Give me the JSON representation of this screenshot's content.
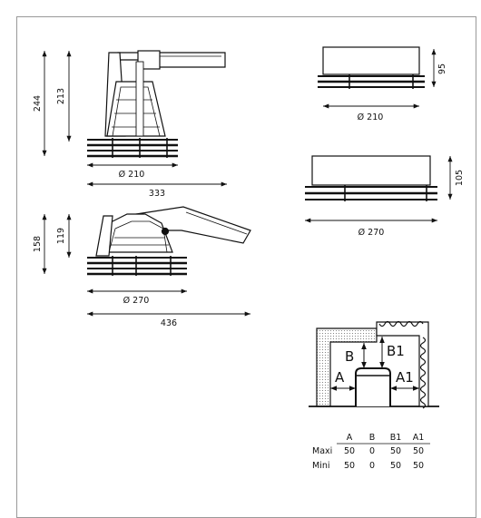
{
  "product_a": {
    "height_total": "244",
    "height_body": "213",
    "diameter": "Ø 210",
    "length": "333"
  },
  "product_b": {
    "height_total": "158",
    "height_body": "119",
    "diameter": "Ø 270",
    "length": "436"
  },
  "side_small": {
    "height": "95",
    "diameter": "Ø 210"
  },
  "side_large": {
    "height": "105",
    "diameter": "Ø 270"
  },
  "clearance": {
    "labels": {
      "a": "A",
      "b": "B",
      "b1": "B1",
      "a1": "A1"
    }
  },
  "table": {
    "headers": [
      "A",
      "B",
      "B1",
      "A1"
    ],
    "rows": [
      {
        "name": "Maxi",
        "values": [
          "50",
          "0",
          "50",
          "50"
        ]
      },
      {
        "name": "Mini",
        "values": [
          "50",
          "0",
          "50",
          "50"
        ]
      }
    ]
  }
}
